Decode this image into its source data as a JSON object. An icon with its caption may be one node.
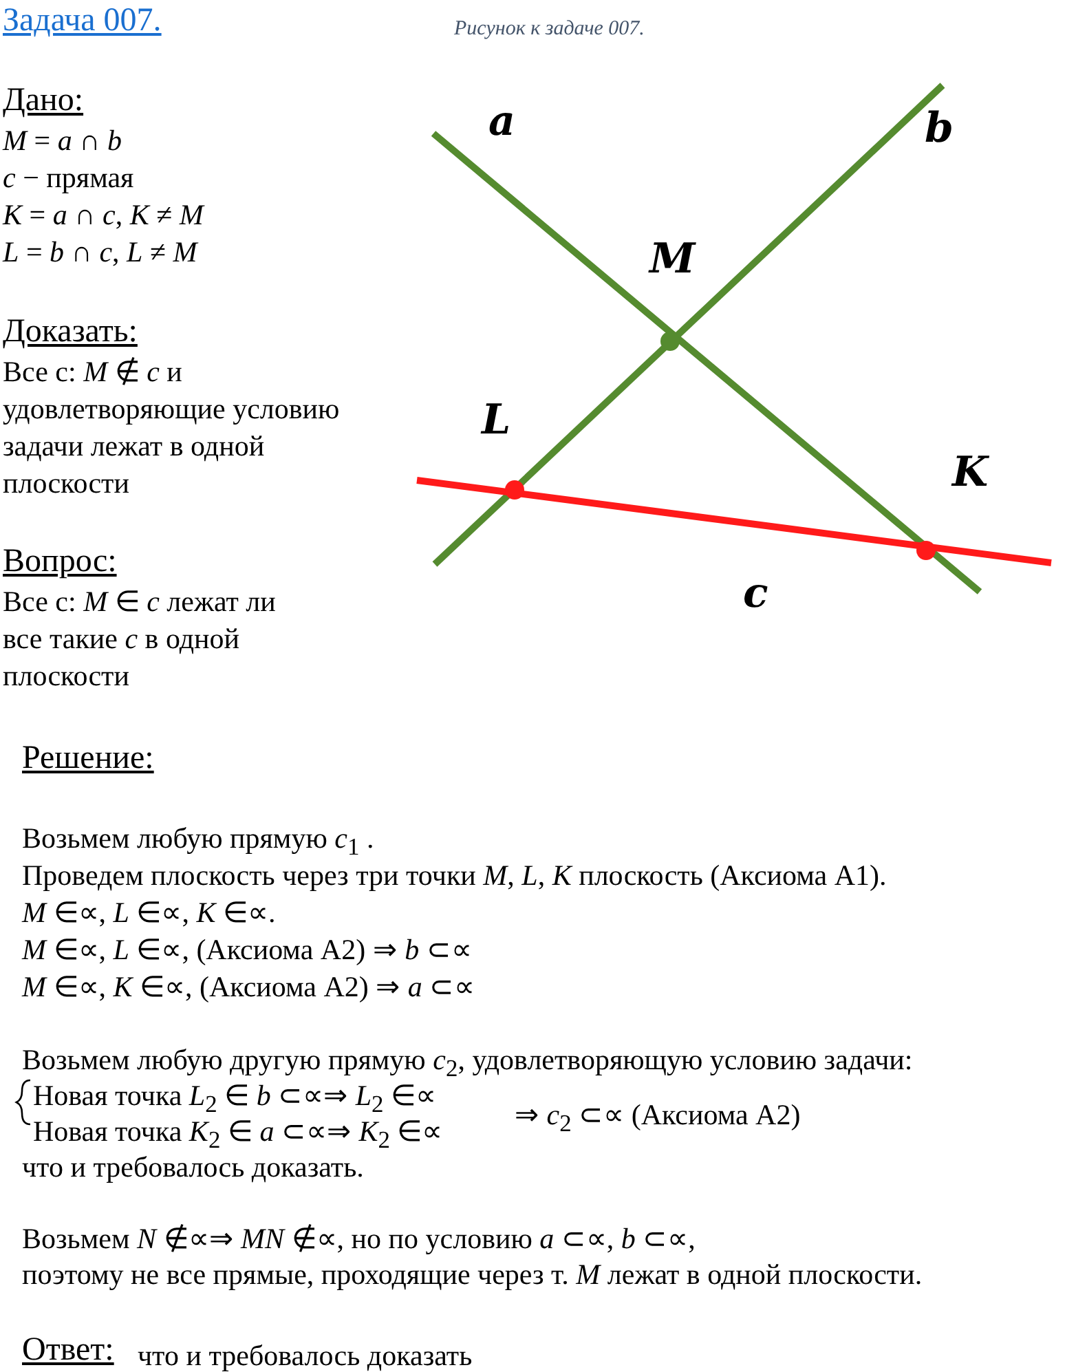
{
  "diagram": {
    "title": "Задача 007.",
    "labels": [
      "Рисунок к задаче 007.",
      "Дано:",
      "*M* = *a* ∩ *b*",
      "*c* − прямая",
      "*K* = *a* ∩ *c*, *K* ≠ *M*",
      "*L* = *b* ∩ *c*, *L* ≠ *M*",
      "a",
      "b",
      "M",
      "Доказать:",
      "Все с: *M* ∉ *c* и удовлетворяющие условию задачи лежат в одной плоскости",
      "L",
      "K",
      "Вопрос:",
      "Все с: *M* ∈ *c* лежат ли все такие *c* в одной плоскости",
      "c",
      "Решение:",
      "Возьмем любую прямую *c*$_{1}$ .",
      "Проведем плоскость через  три точки *M*, *L*, *K* плоскость (Аксиома А1).",
      "*M* ∈∝, *L* ∈∝, *K* ∈∝.",
      "*M* ∈∝, *L* ∈∝, (Аксиома А2) ⇒ *b* ⊂∝",
      "*M* ∈∝, *K* ∈∝, (Аксиома А2) ⇒ *a* ⊂∝",
      "Возьмем любую другую прямую *c*$_{2}$, удовлетворяющую условию задачи:",
      "Новая точка *L*$_{2}$  ∈ *b* ⊂∝⇒ *L*$_{2}$  ∈∝",
      "Новая точка *K*$_{2}$  ∈ *a* ⊂∝⇒ *K*$_{2}$  ∈∝",
      "⇒ *c*$_{2}$ ⊂∝ (Аксиома А2)",
      "что и требовалось доказать.",
      "Возьмем *N* ∉∝⇒ *MN*  ∉∝, но по условию *a* ⊂∝, *b* ⊂∝,",
      "поэтому не все прямые, проходящие через т. *M* лежат в одной плоскости.",
      "Ответ:",
      "что и требовалось доказать"
    ]
  }
}
